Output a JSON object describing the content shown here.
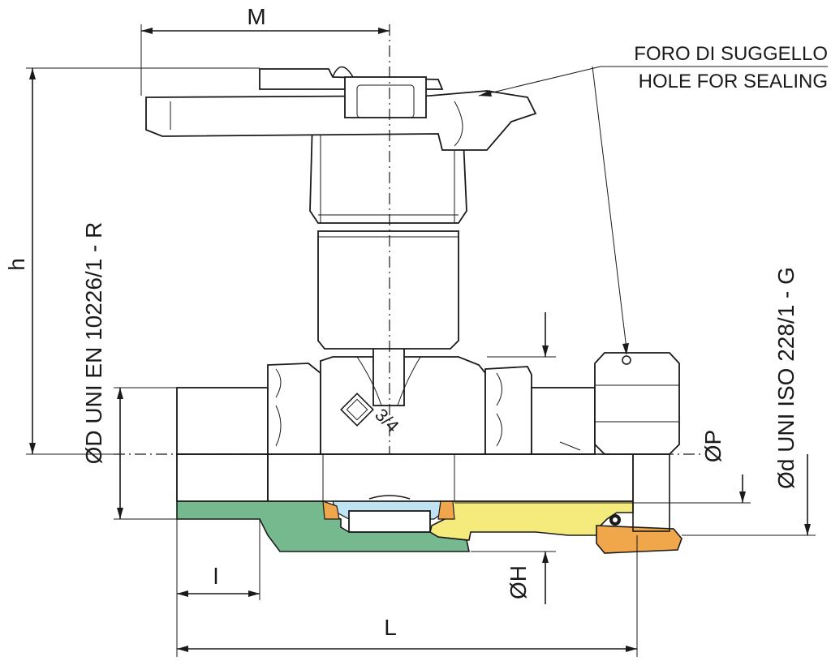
{
  "labels": {
    "dim_m": "M",
    "dim_h": "h",
    "dim_l_small": "l",
    "dim_L": "L",
    "dim_oh": "ØH",
    "dim_op": "ØP",
    "thread_male": "ØD UNI EN 10226/1 - R",
    "thread_female": "Ød UNI ISO 228/1 - G",
    "note_it": "FORO DI SUGGELLO",
    "note_en": "HOLE FOR SEALING",
    "size_mark": "3/4"
  },
  "colors": {
    "green_section": "#77b98f",
    "yellow_section": "#f4eb7c",
    "orange_ring": "#f0a64a",
    "blue_seat": "#bfe3f3",
    "line": "#1a1a1a"
  }
}
